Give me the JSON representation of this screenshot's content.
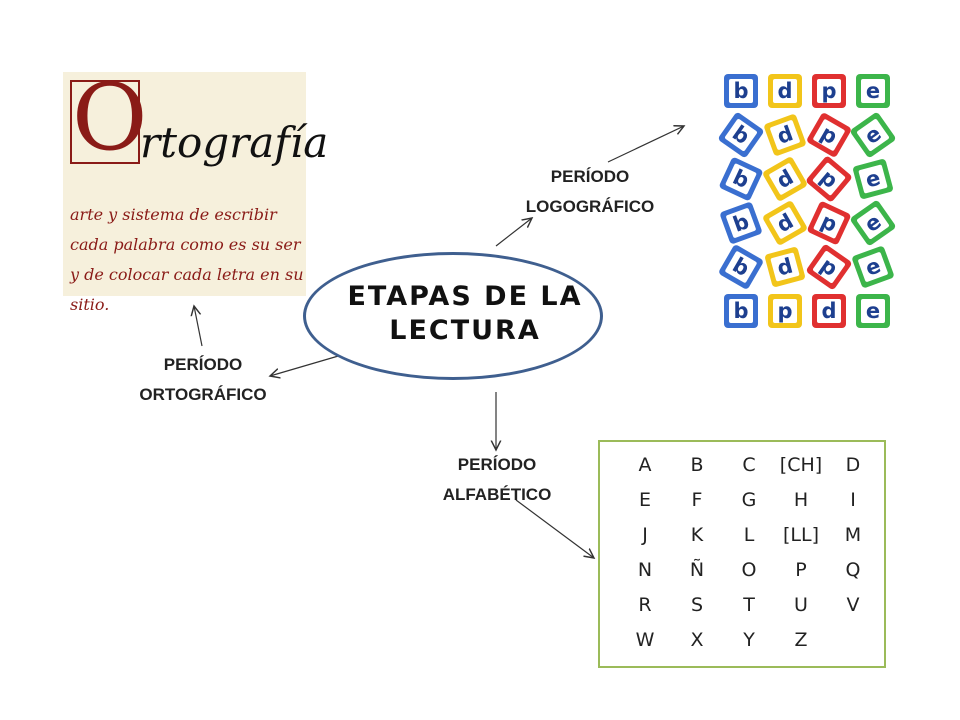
{
  "center": {
    "title": "Etapas de la lectura"
  },
  "stages": {
    "logografico": "PERÍODO\nLOGOGRÁFICO",
    "ortografico": "PERÍODO\nORTOGRÁFICO",
    "alfabetico": "PERÍODO\nALFABÉTICO"
  },
  "ortografia_image": {
    "big_letter": "O",
    "word": "rtografía",
    "definition": "arte y sistema de escribir cada palabra como es su ser y de colocar cada letra en su sitio."
  },
  "letter_blocks": [
    [
      "b",
      "d",
      "p",
      "e"
    ],
    [
      "b",
      "d",
      "p",
      "e"
    ],
    [
      "b",
      "d",
      "p",
      "e"
    ],
    [
      "b",
      "d",
      "p",
      "e"
    ],
    [
      "b",
      "d",
      "p",
      "e"
    ],
    [
      "b",
      "p",
      "d",
      "e"
    ]
  ],
  "block_colors": {
    "blue": "#3a6fd0",
    "yellow": "#f2c51a",
    "red": "#e03030",
    "green": "#3cb54a"
  },
  "alphabet": [
    [
      "A",
      "B",
      "C",
      "[CH]",
      "D"
    ],
    [
      "E",
      "F",
      "G",
      "H",
      "I"
    ],
    [
      "J",
      "K",
      "L",
      "[LL]",
      "M"
    ],
    [
      "N",
      "Ñ",
      "O",
      "P",
      "Q"
    ],
    [
      "R",
      "S",
      "T",
      "U",
      "V"
    ],
    [
      "W",
      "X",
      "Y",
      "Z",
      ""
    ]
  ]
}
